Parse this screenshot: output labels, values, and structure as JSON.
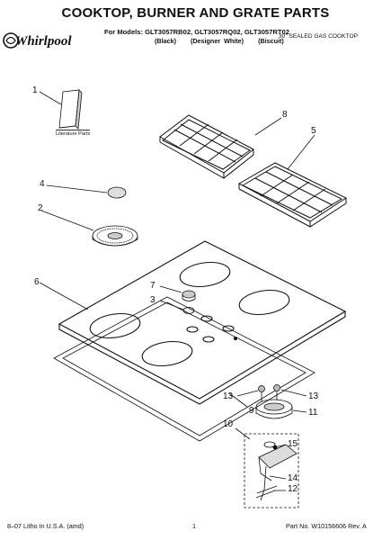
{
  "header": {
    "title": "COOKTOP, BURNER AND GRATE PARTS",
    "models": "For Models: GLT3057RB02, GLT3057RQ02, GLT3057RT02",
    "variants": [
      "(Black)",
      "(Designer White)",
      "(Biscuit)"
    ],
    "subtitle": "30\" SEALED GAS COOKTOP",
    "brand": "Whirlpool"
  },
  "literature_label": "Literature Parts",
  "callouts": {
    "c1": "1",
    "c2": "2",
    "c3": "3",
    "c4": "4",
    "c5": "5",
    "c6": "6",
    "c7": "7",
    "c8": "8",
    "c9": "9",
    "c10": "10",
    "c11": "11",
    "c12": "12",
    "c13a": "13",
    "c13b": "13",
    "c14": "14",
    "c15": "15"
  },
  "footer": {
    "left": "8–07 Litho In U.S.A. (amd)",
    "center": "1",
    "right": "Part No. W10156606 Rev. A"
  }
}
